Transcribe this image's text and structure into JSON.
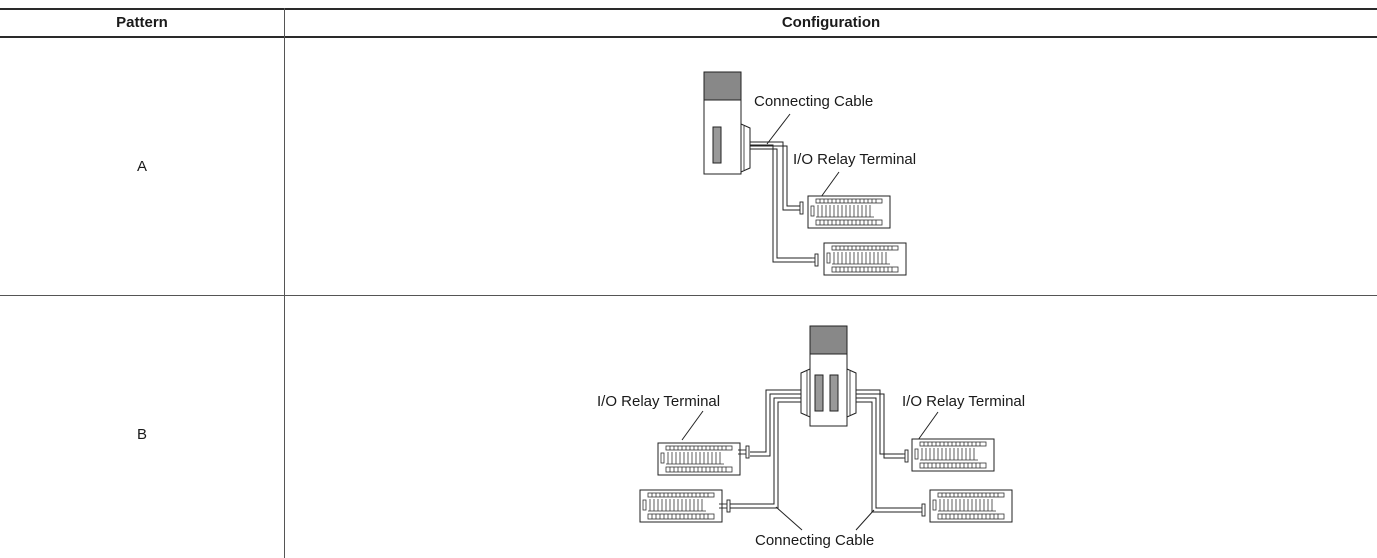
{
  "table": {
    "headers": {
      "pattern": "Pattern",
      "configuration": "Configuration"
    },
    "rows": [
      {
        "pattern": "A",
        "labels": {
          "cable": "Connecting Cable",
          "terminal": "I/O Relay Terminal"
        }
      },
      {
        "pattern": "B",
        "labels": {
          "terminal_left": "I/O Relay Terminal",
          "terminal_right": "I/O Relay Terminal",
          "cable": "Connecting Cable"
        }
      }
    ]
  }
}
